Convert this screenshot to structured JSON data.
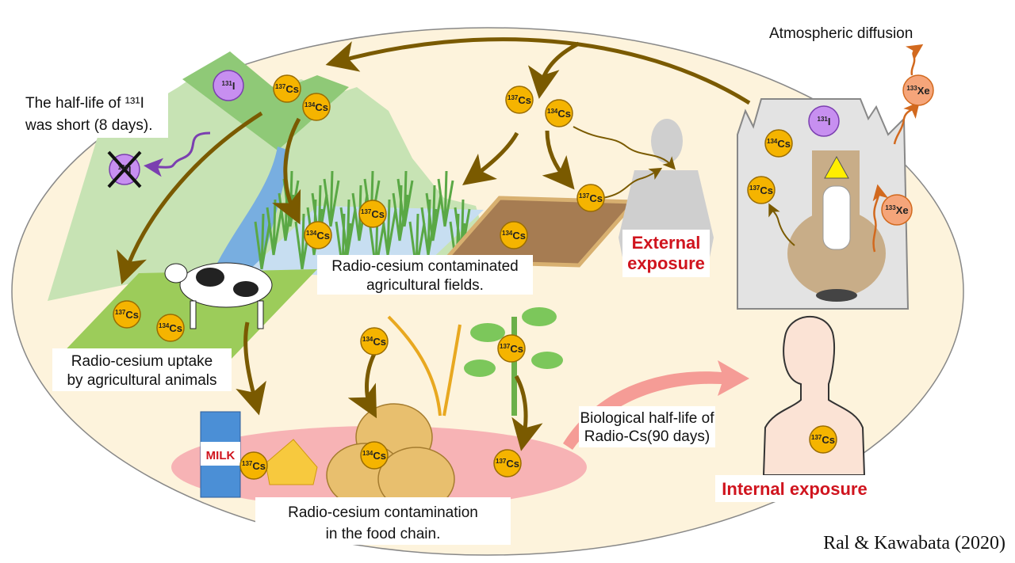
{
  "labels": {
    "iodine_halflife_1": "The half-life of ¹³¹I",
    "iodine_halflife_2": "was short (8 days).",
    "atmospheric": "Atmospheric diffusion",
    "fields_1": "Radio-cesium contaminated",
    "fields_2": "agricultural fields.",
    "external_1": "External",
    "external_2": "exposure",
    "animals_1": "Radio-cesium uptake",
    "animals_2": "by agricultural animals",
    "bio_1": "Biological half-life of",
    "bio_2": "Radio-Cs(90 days)",
    "internal": "Internal exposure",
    "food_1": "Radio-cesium contamination",
    "food_2": "in the food chain.",
    "milk": "MILK",
    "citation": "Ral & Kawabata (2020)"
  },
  "isotopes": [
    {
      "mass": "131",
      "el": "I",
      "kind": "iodine"
    },
    {
      "mass": "137",
      "el": "Cs",
      "kind": "cesium"
    },
    {
      "mass": "134",
      "el": "Cs",
      "kind": "cesium"
    },
    {
      "mass": "137",
      "el": "Cs",
      "kind": "cesium"
    },
    {
      "mass": "134",
      "el": "Cs",
      "kind": "cesium"
    },
    {
      "mass": "137",
      "el": "Cs",
      "kind": "cesium"
    },
    {
      "mass": "134",
      "el": "Cs",
      "kind": "cesium"
    },
    {
      "mass": "137",
      "el": "Cs",
      "kind": "cesium"
    },
    {
      "mass": "134",
      "el": "Cs",
      "kind": "cesium"
    },
    {
      "mass": "137",
      "el": "Cs",
      "kind": "cesium"
    },
    {
      "mass": "134",
      "el": "Cs",
      "kind": "cesium"
    },
    {
      "mass": "134",
      "el": "Cs",
      "kind": "cesium"
    },
    {
      "mass": "137",
      "el": "Cs",
      "kind": "cesium"
    },
    {
      "mass": "137",
      "el": "Cs",
      "kind": "cesium"
    },
    {
      "mass": "134",
      "el": "Cs",
      "kind": "cesium"
    },
    {
      "mass": "137",
      "el": "Cs",
      "kind": "cesium"
    },
    {
      "mass": "137",
      "el": "Cs",
      "kind": "cesium"
    },
    {
      "mass": "131",
      "el": "I",
      "kind": "iodine"
    },
    {
      "mass": "134",
      "el": "Cs",
      "kind": "cesium"
    },
    {
      "mass": "137",
      "el": "Cs",
      "kind": "cesium"
    },
    {
      "mass": "133",
      "el": "Xe",
      "kind": "xenon"
    },
    {
      "mass": "133",
      "el": "Xe",
      "kind": "xenon"
    },
    {
      "mass": "131",
      "el": "I",
      "kind": "iodine-decayed"
    }
  ],
  "colors": {
    "background_ellipse": "#fdf3dc",
    "cesium": "#f5b400",
    "iodine": "#c78ff0",
    "xenon": "#f5a57a",
    "arrow": "#7a5a00",
    "food_zone": "#f7b3b5",
    "exposure_text": "#d0141e"
  }
}
